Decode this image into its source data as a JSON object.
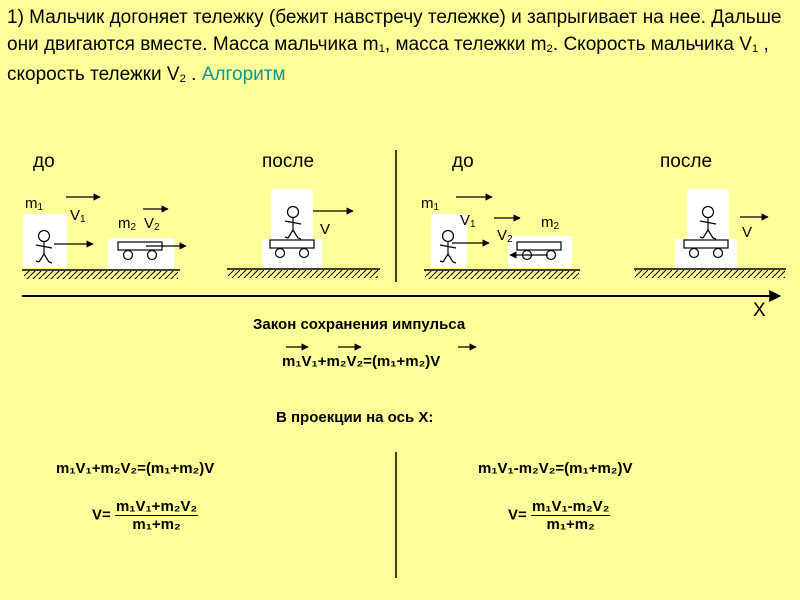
{
  "problem": {
    "text_part1": "1) Мальчик догоняет тележку (бежит навстречу тележке) и запрыгивает на нее. Дальше они двигаются вместе. Масса мальчика m",
    "sub1": "1",
    "text_part2": ", масса тележки m",
    "sub2": "2",
    "text_part3": ". Скорость мальчика V",
    "sub3": "1",
    "text_part4": " , скорость тележки V",
    "sub4": "2",
    "text_part5": " . ",
    "link": "Алгоритм"
  },
  "scenes": {
    "before_left": "до",
    "after_left": "после",
    "before_right": "до",
    "after_right": "после"
  },
  "symbols": {
    "m": "m",
    "V": "V",
    "one": "1",
    "two": "2",
    "axis": "X"
  },
  "law": {
    "title": "Закон сохранения импульса",
    "vector_equation": "m₁V₁+m₂V₂=(m₁+m₂)V"
  },
  "projection": {
    "title": "В проекции на ось X:",
    "left_equation": "m₁V₁+m₂V₂=(m₁+m₂)V",
    "left_v": "V=",
    "left_num": "m₁V₁+m₂V₂",
    "left_den": "m₁+m₂",
    "right_equation": "m₁V₁-m₂V₂=(m₁+m₂)V",
    "right_v": "V=",
    "right_num": "m₁V₁-m₂V₂",
    "right_den": "m₁+m₂"
  },
  "colors": {
    "background": "#FFFF99",
    "link": "#009999",
    "scene_bg": "#FFFFFF"
  }
}
